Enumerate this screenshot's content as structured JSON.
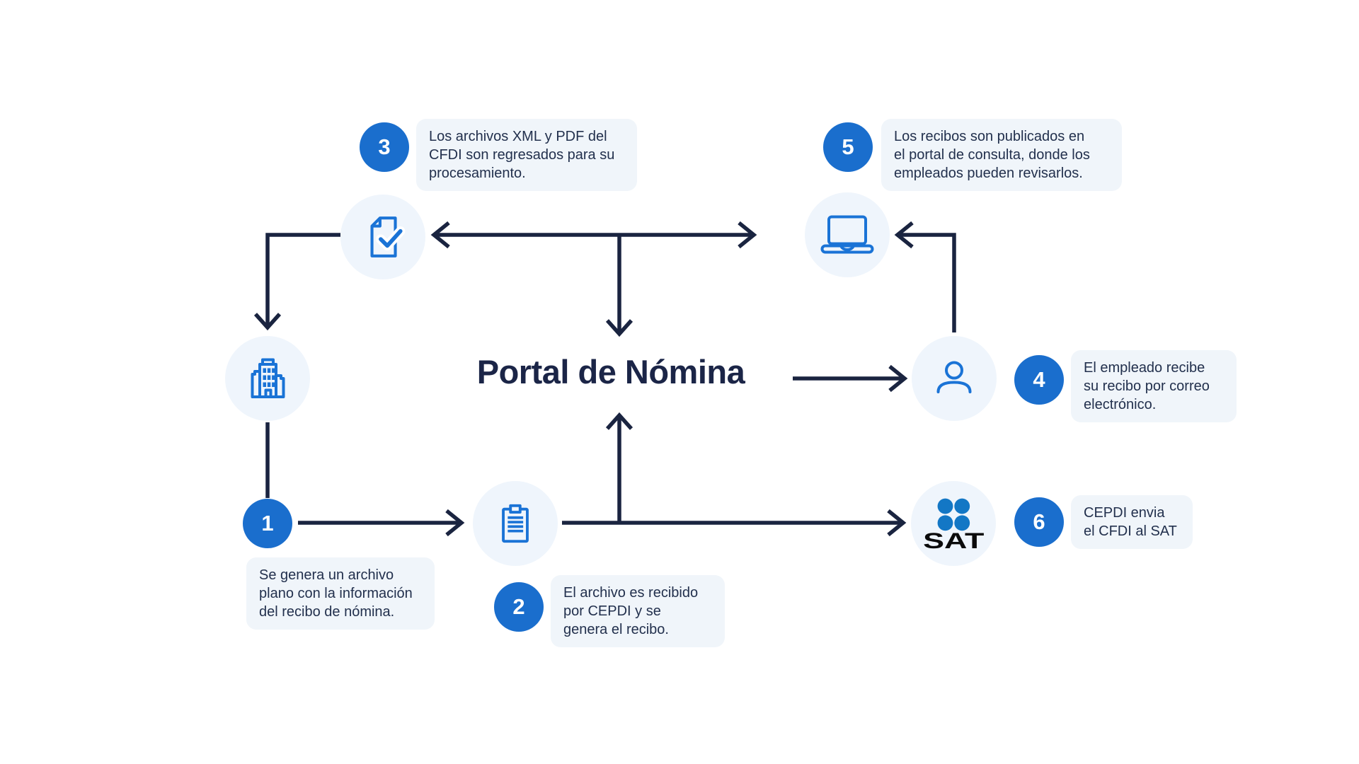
{
  "title": "Portal de Nómina",
  "sat_label": "SAT",
  "steps": [
    {
      "number": "1",
      "text": "Se genera un archivo\nplano con la información\ndel recibo de nómina."
    },
    {
      "number": "2",
      "text": "El archivo es recibido\npor CEPDI y se\ngenera el recibo."
    },
    {
      "number": "3",
      "text": "Los archivos XML y PDF del\nCFDI son regresados para su\nprocesamiento."
    },
    {
      "number": "4",
      "text": "El empleado recibe\nsu recibo por correo\nelectrónico."
    },
    {
      "number": "5",
      "text": "Los recibos son publicados en\nel portal de consulta, donde los\nempleados pueden revisarlos."
    },
    {
      "number": "6",
      "text": "CEPDI envia\nel CFDI al SAT"
    }
  ],
  "icons": [
    "document-check-icon",
    "laptop-icon",
    "building-icon",
    "person-icon",
    "clipboard-icon",
    "sat-logo"
  ],
  "colors": {
    "accent_blue": "#1a73d6",
    "badge_blue": "#1a6ecd",
    "arrow_navy": "#1a2440",
    "title_navy": "#1b2547",
    "text_navy": "#22304d",
    "node_bg": "#eff5fc",
    "note_bg": "#f0f5fa",
    "sat_blue": "#1377c5"
  }
}
